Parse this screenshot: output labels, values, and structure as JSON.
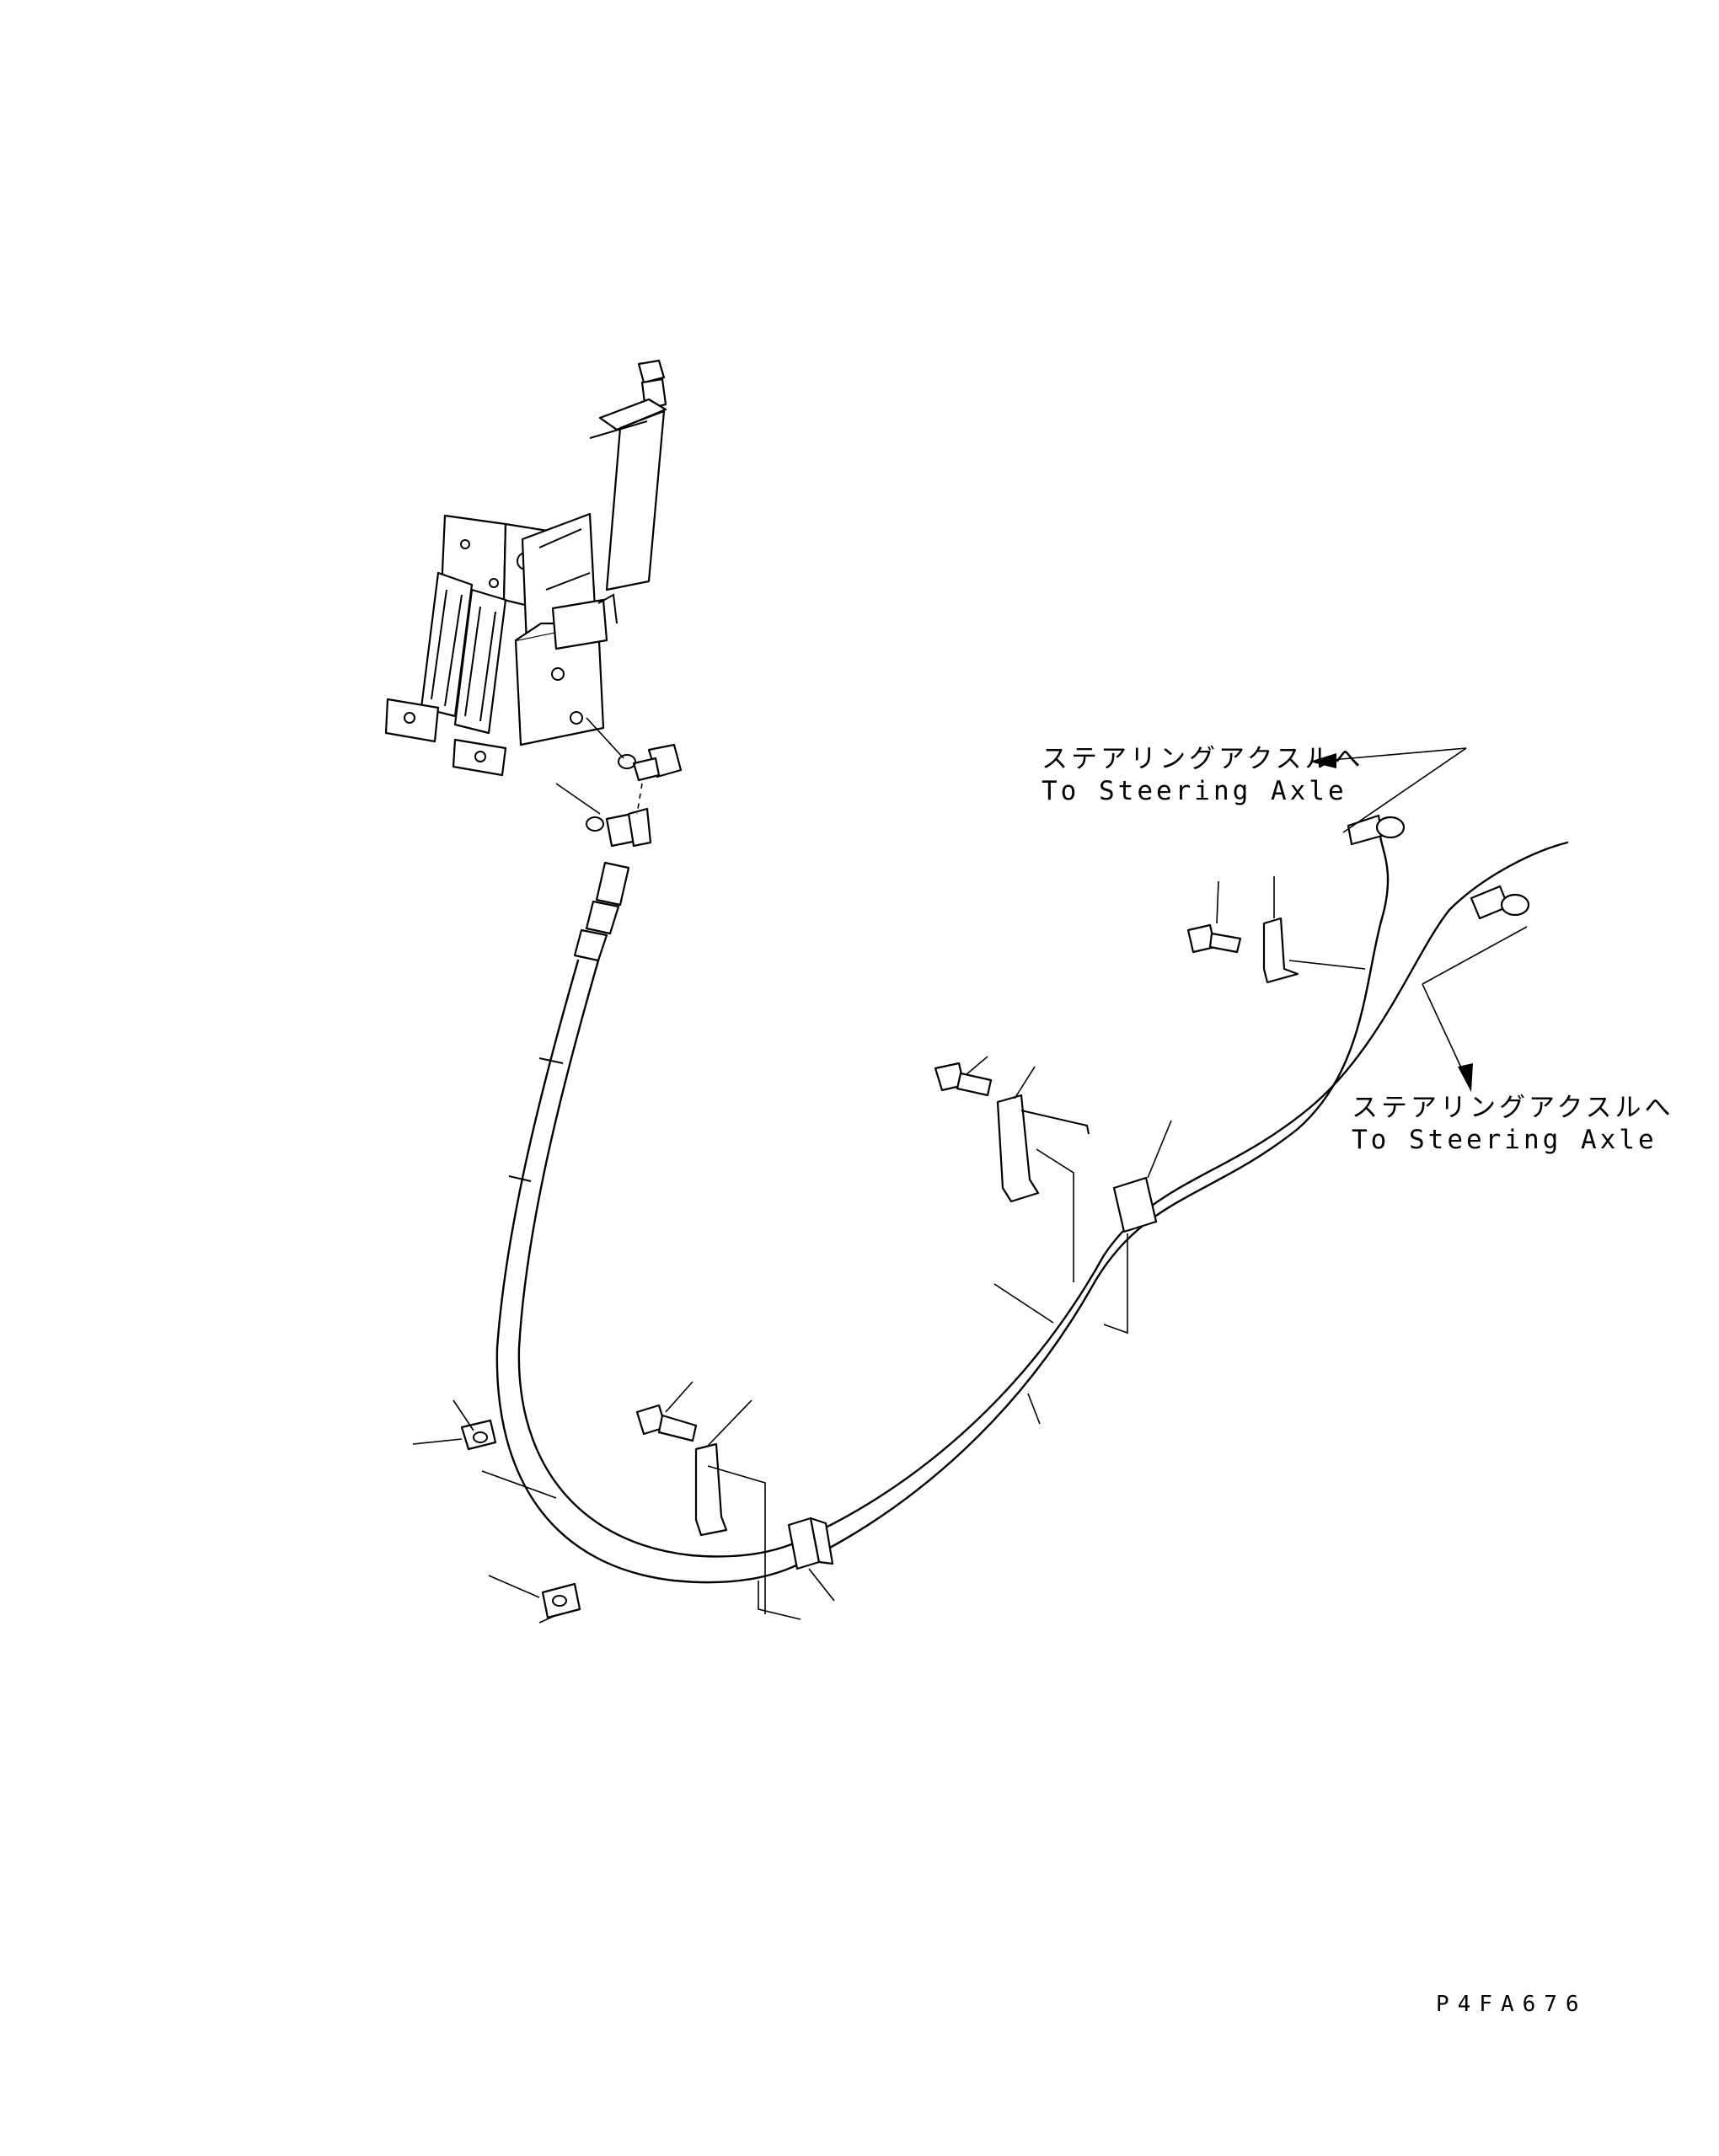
{
  "callouts": {
    "upper": {
      "jp": "ステアリングアクスルへ",
      "en": "To Steering Axle"
    },
    "lower": {
      "jp": "ステアリングアクスルへ",
      "en": "To Steering Axle"
    }
  },
  "reference_code": "P4FA676",
  "colors": {
    "line": "#000000",
    "background": "#ffffff"
  }
}
